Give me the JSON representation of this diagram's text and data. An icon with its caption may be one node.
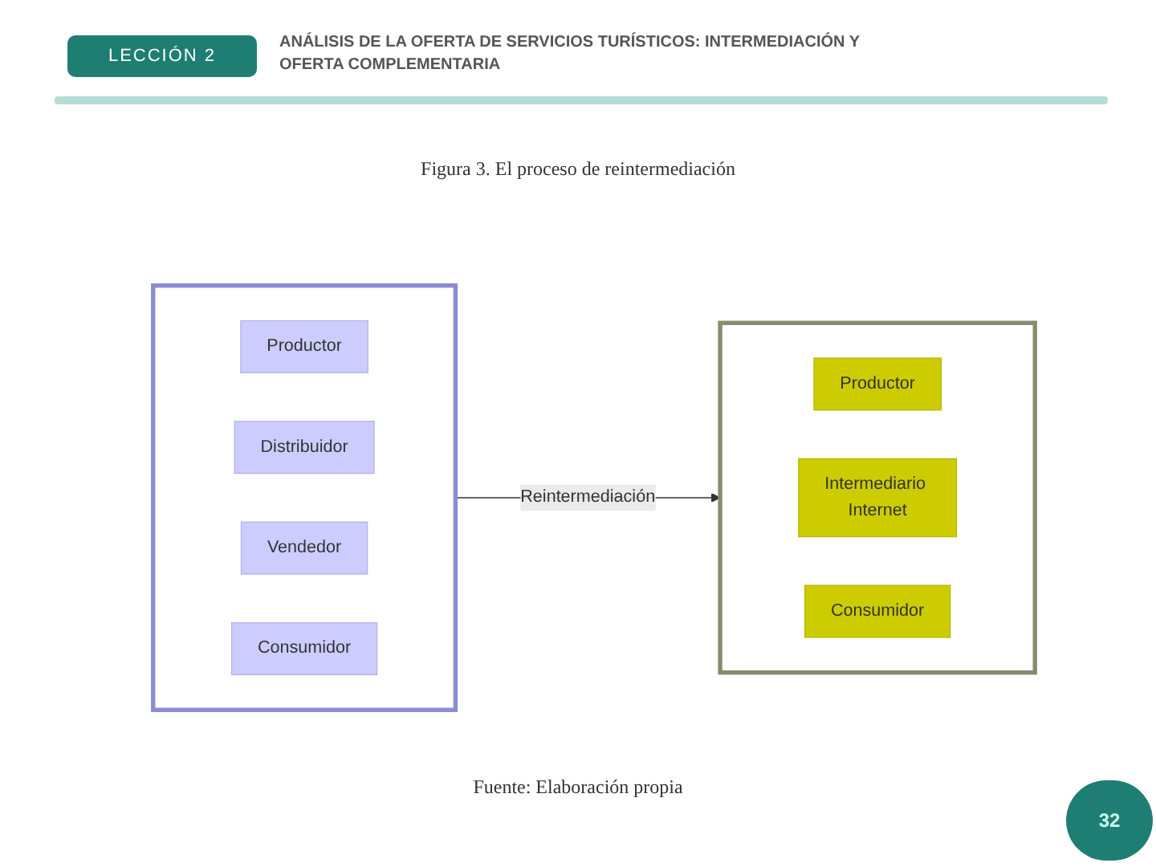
{
  "diagram": {
    "title": "Figura 3. El proceso de reintermediación",
    "caption": "Fuente: Elaboración propia",
    "nodes": [
      {
        "text": [],
        "shape": "box"
      },
      {
        "text": [
          "Productor"
        ],
        "in": 0
      },
      {
        "text": [
          "Distribuidor"
        ],
        "in": 0
      },
      {
        "text": [
          "Vendedor"
        ],
        "in": 0
      },
      {
        "text": [
          "Consumidor"
        ],
        "in": 0
      },
      {
        "text": [],
        "shape": "box"
      },
      {
        "text": [
          "Productor"
        ],
        "in": 5
      },
      {
        "text": [
          "Intermediario Internet"
        ],
        "in": 5
      },
      {
        "text": [
          "Consumidor"
        ],
        "in": 5
      }
    ],
    "edges": [
      {
        "from": 0,
        "to": 5,
        "arrow": "to",
        "label": "Reintermediación"
      }
    ],
    "labels": [
      "LECCIÓN 2",
      "ANÁLISIS DE LA OFERTA DE SERVICIOS TURÍSTICOS: INTERMEDIACIÓN Y OFERTA COMPLEMENTARIA",
      "32"
    ]
  }
}
